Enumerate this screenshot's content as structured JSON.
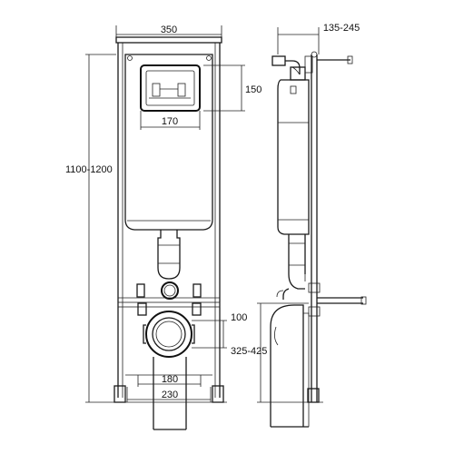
{
  "dimensions": {
    "frame_width": "350",
    "panel_width": "170",
    "panel_height": "150",
    "frame_height": "1100-1200",
    "depth": "135-245",
    "pipe_diameter": "100",
    "drain_height": "325-425",
    "inner_spacing": "180",
    "outer_spacing": "230"
  }
}
